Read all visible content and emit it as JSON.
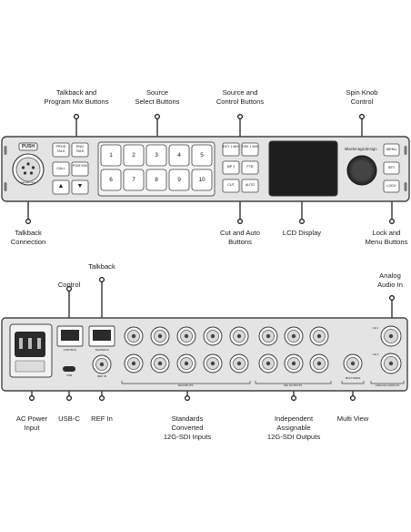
{
  "front_callouts": {
    "talkback_program_mix": [
      "Talkback and",
      "Program Mix Buttons"
    ],
    "source_select": [
      "Source",
      "Select Buttons"
    ],
    "source_control": [
      "Source and",
      "Control  Buttons"
    ],
    "spin_knob": [
      "Spin Knob",
      "Control"
    ],
    "talkback_connection": [
      "Talkback",
      "Connection"
    ],
    "cut_auto": [
      "Cut and Auto",
      "Buttons"
    ],
    "lcd_display": [
      "LCD Display"
    ],
    "lock_menu": [
      "Lock and",
      "Menu Buttons"
    ]
  },
  "rear_callouts": {
    "talkback": [
      "Talkback"
    ],
    "control": [
      "Control"
    ],
    "analog_audio_in": [
      "Analog",
      "Audio In"
    ],
    "ac_power": [
      "AC Power",
      "Input"
    ],
    "usb_c": [
      "USB-C"
    ],
    "ref_in": [
      "REF In"
    ],
    "standards_converted": [
      "Standards",
      "Converted",
      "12G-SDI Inputs"
    ],
    "independent_assignable": [
      "Independent",
      "Assignable",
      "12G-SDI Outputs"
    ],
    "multi_view": [
      "Multi View"
    ]
  },
  "front_panel": {
    "push_label": "PUSH",
    "xlr_label": "Headphone",
    "brand": "Blackmagicdesign",
    "talk_buttons": [
      "PROD TALK",
      "ENG TALK",
      "CALL",
      "PGM MIX"
    ],
    "arrow_up": "▲",
    "arrow_down": "▼",
    "source_buttons": [
      "1",
      "2",
      "3",
      "4",
      "5",
      "6",
      "7",
      "8",
      "9",
      "10"
    ],
    "control_buttons": [
      "KEY 1 MIX",
      "DSK 1 MIX",
      "MP 1",
      "FTB",
      "CUT",
      "AUTO"
    ],
    "right_buttons": [
      "MENU",
      "SET",
      "LOCK"
    ]
  },
  "rear_panel": {
    "usb_label": "USB",
    "control_label": "CONTROL",
    "talkback_label": "TALKBACK",
    "ref_label": "REF IN",
    "sdi_inputs_label": "SDI INPUTS",
    "sdi_outputs_label": "SDI OUTPUTS",
    "multiview_label": "MULTIVIEW",
    "ch1_label": "CH 1",
    "ch2_label": "CH 2",
    "analog_label": "ANALOG AUDIO IN"
  },
  "colors": {
    "panel": "#e4e4e4",
    "panel_border": "#444444",
    "lcd": "#1e1e1e",
    "callout": "#111111"
  }
}
